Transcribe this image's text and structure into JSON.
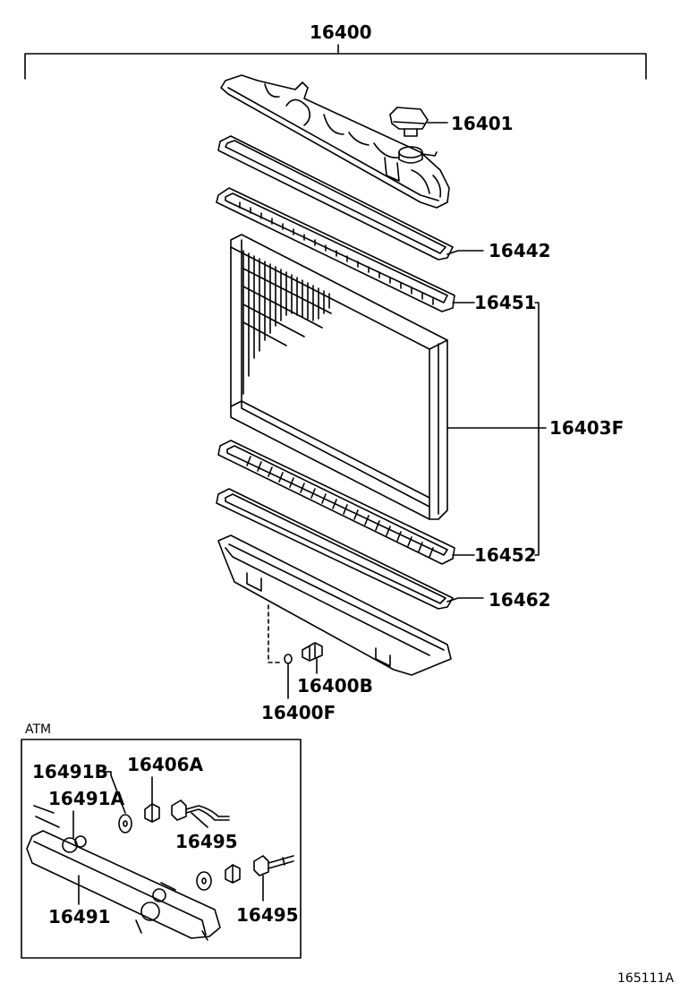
{
  "diagram": {
    "assembly_label": "16400",
    "figure_code": "165111A",
    "parts": {
      "cap": "16401",
      "upper_gasket": "16442",
      "upper_seal": "16451",
      "core": "16403F",
      "lower_seal": "16452",
      "lower_gasket": "16462",
      "drain_cock": "16400B",
      "drain_oring": "16400F"
    },
    "inset": {
      "title": "ATM",
      "parts": {
        "washer_b": "16491B",
        "nut": "16406A",
        "washer_a": "16491A",
        "union_top": "16495",
        "union_bottom": "16495",
        "tank": "16491"
      }
    }
  }
}
